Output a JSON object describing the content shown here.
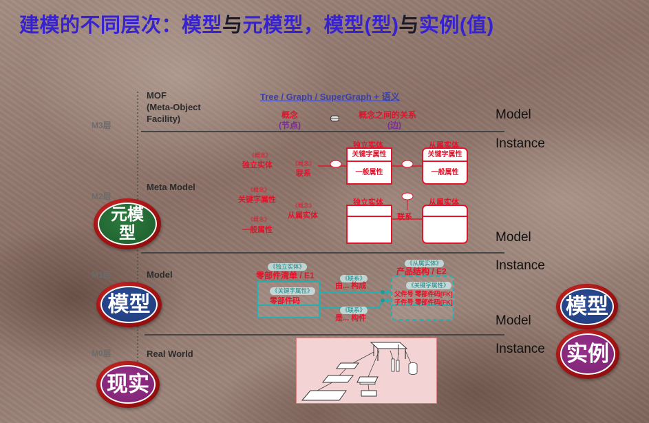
{
  "title": {
    "part1": "建模的不同层次：模型",
    "part2": "与",
    "part3": "元模型，模型(型)",
    "part4": "与",
    "part5": "实例(值)"
  },
  "layers": {
    "m3": {
      "code": "M3层",
      "name_lines": [
        "MOF",
        "(Meta-Object",
        "Facility)"
      ]
    },
    "m2": {
      "code": "M2层",
      "name": "Meta Model"
    },
    "m1": {
      "code": "M1层",
      "name": "Model"
    },
    "m0": {
      "code": "M0层",
      "name": "Real World"
    }
  },
  "boundary_labels": [
    {
      "model": "Model",
      "instance": "Instance"
    },
    {
      "model": "Model",
      "instance": "Instance"
    },
    {
      "model": "Model",
      "instance": "Instance"
    }
  ],
  "mof": {
    "heading": "Tree / Graph / SuperGraph + 语义",
    "node": {
      "label": "概念",
      "note": "(节点)"
    },
    "edge": {
      "label": "概念之间的关系",
      "note": "(边)"
    },
    "connector_icon": "connector-icon"
  },
  "meta_model": {
    "stereotype": "《概念》",
    "concepts": [
      "独立实体",
      "联系",
      "关键字属性",
      "从属实体",
      "一般属性"
    ],
    "boxes": {
      "independent": "独立实体",
      "dependent": "从属实体",
      "key_attr": "关键字属性",
      "general_attr": "一般属性",
      "relationship": "联系"
    },
    "marker_icon": "relationship-marker"
  },
  "model": {
    "e1": {
      "stereotype": "《独立实体》",
      "name": "零部件清单 / E1",
      "key_stereotype": "《关键字属性》",
      "key": "零部件码"
    },
    "rel1": {
      "stereotype": "《联系》",
      "name": "由... 构成"
    },
    "rel2": {
      "stereotype": "《联系》",
      "name": "是... 构件"
    },
    "e2": {
      "stereotype": "《从属实体》",
      "name": "产品结构 / E2",
      "key_stereotype": "《关键字属性》",
      "keys": [
        "父件号 零部件码[FK]",
        "子件号 零部件码[FK]"
      ]
    }
  },
  "real_world": {
    "illustration_icon": "product-assembly-illustration"
  },
  "badges": {
    "meta_model": "元模型",
    "model_left": "模型",
    "reality": "现实",
    "model_right": "模型",
    "instance": "实例"
  },
  "colors": {
    "title": "#3722cf",
    "title_connector": "#1b1b2b",
    "red_diagram": "#e2142b",
    "cyan_diagram": "#25afb0",
    "badge_ring": "#b01818",
    "badge_green": "#1d5d2c",
    "badge_navy": "#1e3a78",
    "badge_purple": "#7b2372"
  }
}
